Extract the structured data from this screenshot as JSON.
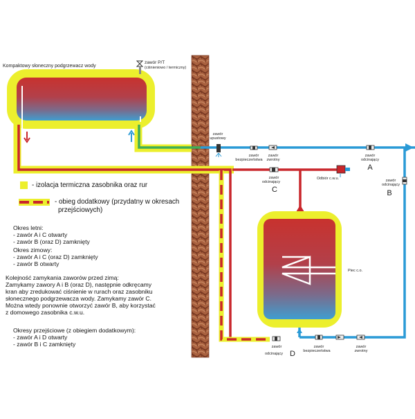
{
  "diagram": {
    "title": "Kompaktowy słoneczny podgrzewacz wody",
    "pt_valve": "zawór P/T",
    "pt_valve_sub": "(ciśnieniowo / termiczny)",
    "drain_valve": [
      "zawór",
      "upustowy"
    ],
    "safety_valve_top": [
      "zawór",
      "bezpieczeństwa"
    ],
    "check_valve_top": [
      "zawór",
      "zwrotny"
    ],
    "shutoff_A_top": [
      "zawór",
      "odcinający"
    ],
    "letter_A": "A",
    "shutoff_B": [
      "zawór",
      "odcinający"
    ],
    "letter_B": "B",
    "shutoff_C": [
      "zawór",
      "odcinający"
    ],
    "letter_C": "C",
    "hot_water_outlet": "Odbiór c.w.u.",
    "boiler": "Piec c.o.",
    "shutoff_D": [
      "zawór",
      "odcinający"
    ],
    "letter_D": "D",
    "safety_valve_bottom": [
      "zawór",
      "bezpieczeństwa"
    ],
    "check_valve_bottom": [
      "zawór",
      "zwrotny"
    ]
  },
  "legend": {
    "insulation": "- izolacja termiczna zasobnika oraz rur",
    "extra_circuit": [
      "- obieg dodatkowy (przydatny w okresach",
      "przejściowych)"
    ]
  },
  "notes": {
    "summer": [
      "Okres letni:",
      "   - zawór A i C otwarty",
      "   - zawór B (oraz D) zamknięty"
    ],
    "winter": [
      "Okres zimowy:",
      "   - zawór A i C (oraz D) zamknięty",
      "   - zawór B otwarty"
    ],
    "closing_order": [
      "Kolejność zamykania zaworów przed zimą:",
      "Zamykamy zawory A i B (oraz D), następnie odkręcamy",
      "kran aby zredukować ciśnienie w rurach oraz zasobniku",
      "słonecznego podgrzewacza wody. Zamykamy zawór C.",
      "Można wtedy ponownie otworzyć zawór B, aby korzystać",
      "z domowego zasobnika c.w.u."
    ],
    "transitional": [
      "Okresy przejściowe (z obiegiem dodatkowym):",
      "   - zawór A i D otwarty",
      "   - zawór B i C zamknięty"
    ]
  },
  "colors": {
    "insulation_yellow": "#ecef2d",
    "hot_pipe_red": "#c9262b",
    "cold_pipe_blue": "#2a9ad6",
    "green_pipe": "#3fae57",
    "wall_brown": "#a0593b",
    "tank_top": "#c8322e",
    "tank_bottom": "#3f9ed0"
  }
}
